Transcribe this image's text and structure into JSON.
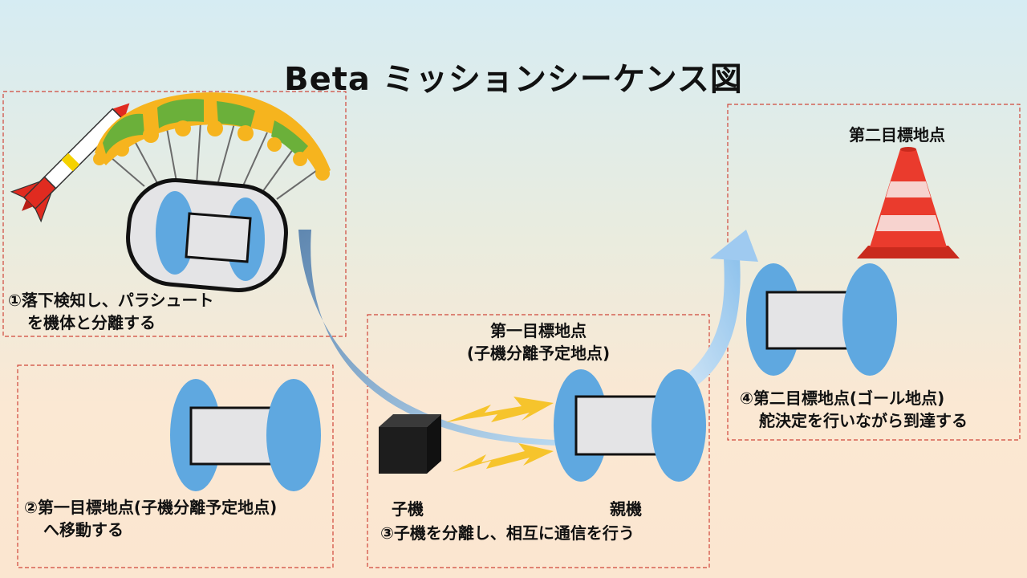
{
  "title": "Beta ミッションシーケンス図",
  "steps": {
    "step1": {
      "line1": "①落下検知し、パラシュート",
      "line2": "を機体と分離する"
    },
    "step2": {
      "line1": "②第一目標地点(子機分離予定地点)",
      "line2": "へ移動する"
    },
    "step3": {
      "line1": "③子機を分離し、相互に通信を行う",
      "child_label": "子機",
      "parent_label": "親機"
    },
    "step4": {
      "line1": "④第二目標地点(ゴール地点)",
      "line2": "舵決定を行いながら到達する"
    }
  },
  "first_target": {
    "line1": "第一目標地点",
    "line2": "(子機分離予定地点)"
  },
  "second_target": {
    "label": "第二目標地点"
  },
  "colors": {
    "box_border": "#d0473b",
    "wheel": "#5fa8e0",
    "body": "#e4e4e6",
    "arrow_start": "#5f87b0",
    "arrow_end": "#a7cfee",
    "cone": "#e83a2c",
    "bolt": "#f6c42c"
  },
  "icons": [
    "rocket-icon",
    "parachute-icon",
    "rover-icon",
    "child-unit-cube-icon",
    "lightning-icon",
    "traffic-cone-icon",
    "trajectory-arrow-icon"
  ]
}
